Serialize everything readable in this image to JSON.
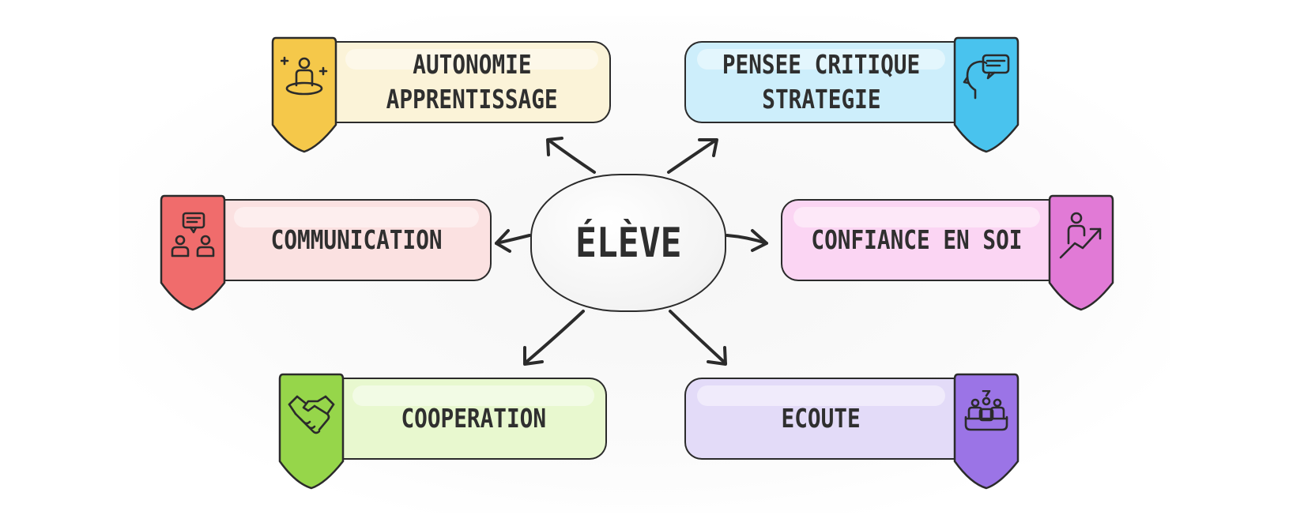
{
  "center": {
    "label": "ÉLÈVE"
  },
  "skills": [
    {
      "lines": [
        "AUTONOMIE",
        "APPRENTISSAGE"
      ],
      "icon": "person-plus-icon",
      "banner_color": "#fbf3d8",
      "tab_color": "#f5c84a"
    },
    {
      "lines": [
        "PENSEE CRITIQUE",
        "STRATEGIE"
      ],
      "icon": "head-thought-icon",
      "banner_color": "#cdeefb",
      "tab_color": "#49c3ee"
    },
    {
      "lines": [
        "COMMUNICATION"
      ],
      "icon": "people-chat-icon",
      "banner_color": "#fbe1e1",
      "tab_color": "#f06c6c"
    },
    {
      "lines": [
        "CONFIANCE EN SOI"
      ],
      "icon": "person-growth-icon",
      "banner_color": "#fbd5f3",
      "tab_color": "#e17ad6"
    },
    {
      "lines": [
        "COOPERATION"
      ],
      "icon": "handshake-icon",
      "banner_color": "#e8f8cf",
      "tab_color": "#96d64a"
    },
    {
      "lines": [
        "ECOUTE"
      ],
      "icon": "group-listening-icon",
      "banner_color": "#e3dbf8",
      "tab_color": "#9b74e6"
    }
  ]
}
